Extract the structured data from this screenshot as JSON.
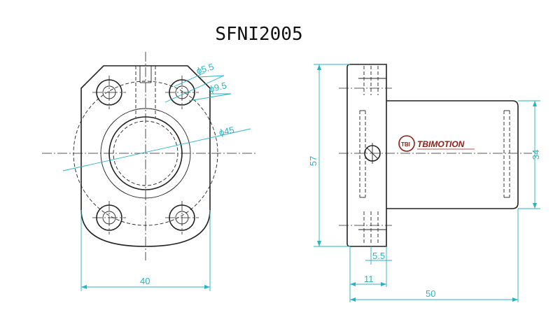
{
  "title": "SFNI2005",
  "logo": {
    "mark": "TBI",
    "brand": "TBIMOTION",
    "color": "#8b1d14"
  },
  "dimensions": {
    "hole_small": "ϕ5.5",
    "hole_counterbore": "ϕ9.5",
    "bolt_circle": "ϕ45",
    "front_width": "40",
    "flange_height": "57",
    "body_diameter": "34",
    "flange_offset": "5.5",
    "flange_thickness": "11",
    "total_length": "50"
  },
  "colors": {
    "dimension": "#29b3c2",
    "outline": "#222222"
  }
}
